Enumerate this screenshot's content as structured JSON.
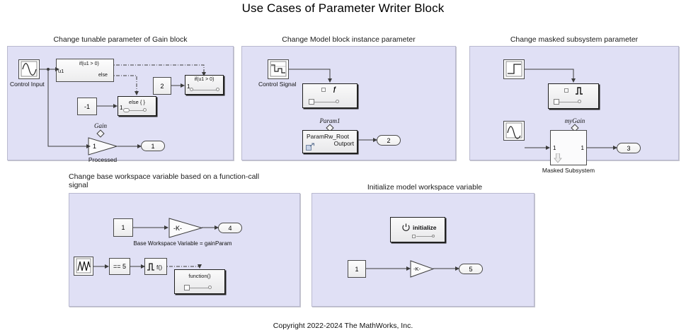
{
  "title": "Use Cases of Parameter Writer Block",
  "footer": "Copyright 2022-2024 The MathWorks, Inc.",
  "colors": {
    "panel_fill": "#e0e0f5",
    "panel_border": "#b9b9cf",
    "block_line": "#3b3b3b",
    "page_bg": "#ffffff"
  },
  "panels": [
    {
      "id": "panel-gain",
      "caption": "Change tunable parameter of Gain block",
      "blocks": {
        "control_input_label": "Control Input",
        "if_block": {
          "input_label": "u1",
          "cond_out": "if(u1 > 0)",
          "else_out": "else"
        },
        "const_minus_one": "-1",
        "const_two": "2",
        "else_subsystem": {
          "title": "else { }",
          "port_in": "1"
        },
        "if_subsystem": {
          "title": "if(u1 > 0)",
          "port_in": "1"
        },
        "gain": {
          "value": "1",
          "mask_label": "Gain",
          "name": "Processed"
        },
        "outport": "1"
      }
    },
    {
      "id": "panel-model",
      "caption": "Change Model block instance parameter",
      "blocks": {
        "control_signal_label": "Control Signal",
        "param_writer_mask": "",
        "model_block": {
          "mask_label": "Param1",
          "line1": "ParamRw_Root",
          "line2": "Outport"
        },
        "outport": "2"
      }
    },
    {
      "id": "panel-masked",
      "caption": "Change masked subsystem parameter",
      "blocks": {
        "param_writer_mask": "",
        "masked_subsystem": {
          "mask_label": "myGain",
          "name": "Masked Subsystem",
          "port_in": "1",
          "port_out": "1"
        },
        "outport": "3"
      }
    },
    {
      "id": "panel-baseworkspace",
      "caption": "Change base workspace variable based on a function-call signal",
      "blocks": {
        "const_one": "1",
        "gain": {
          "value": "-K-",
          "annotation": "Base Workspace Variable = gainParam"
        },
        "outport": "4",
        "compare_block": "== 5",
        "fcn_trigger_block": "f()",
        "function_subsystem": {
          "title": "function()"
        }
      }
    },
    {
      "id": "panel-initialize",
      "caption": "Initialize model workspace variable",
      "blocks": {
        "initialize_block": {
          "label": "initialize"
        },
        "const_one": "1",
        "gain": {
          "value": "-K-"
        },
        "outport": "5"
      }
    }
  ],
  "icons": {
    "sine_source": "sine-wave-icon",
    "step_source": "step-signal-icon",
    "signal_editor": "signal-editor-icon",
    "repeating_sequence": "repeating-sequence-icon",
    "power": "power-icon",
    "lightning": "lightning-bolt-icon",
    "pulse": "pulse-icon",
    "model_ref": "model-reference-icon",
    "mask_arrow": "mask-down-arrow-icon",
    "mask_diamond": "mask-diamond-icon"
  }
}
